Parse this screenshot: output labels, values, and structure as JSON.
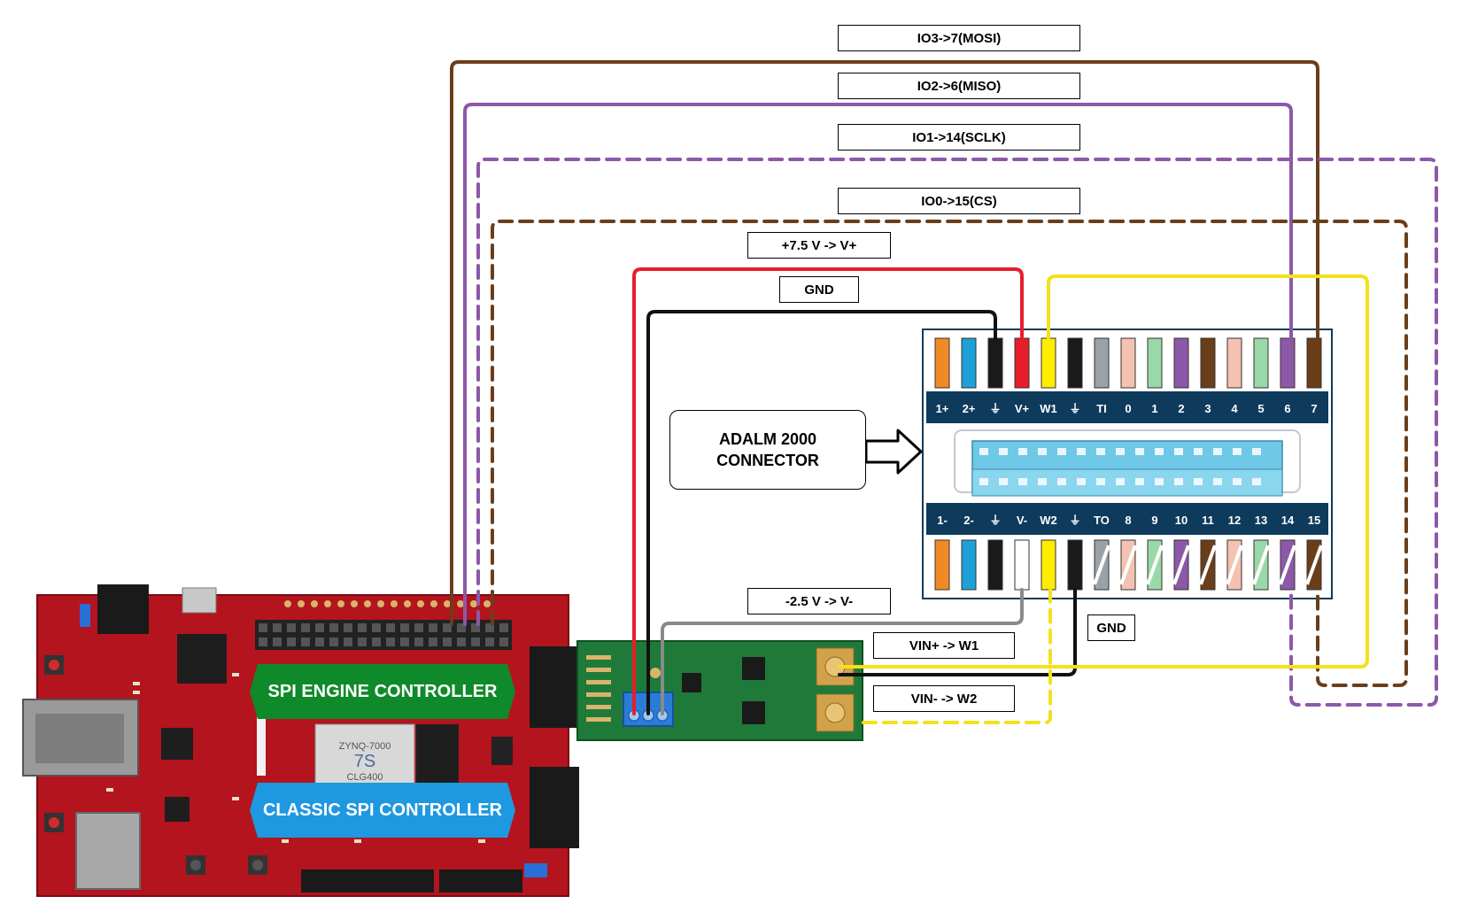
{
  "labels": {
    "io3": "IO3->7(MOSI)",
    "io2": "IO2->6(MISO)",
    "io1": "IO1->14(SCLK)",
    "io0": "IO0->15(CS)",
    "vplus": "+7.5 V -> V+",
    "gnd_top": "GND",
    "vminus": "-2.5 V -> V-",
    "gnd_right": "GND",
    "vin_plus": "VIN+ -> W1",
    "vin_minus": "VIN- -> W2"
  },
  "callout": {
    "line1": "ADALM 2000",
    "line2": "CONNECTOR"
  },
  "banners": {
    "spi_engine": "SPI ENGINE CONTROLLER",
    "classic_spi": "CLASSIC SPI CONTROLLER"
  },
  "chip": {
    "line1": "ZYNQ-7000",
    "line2": "7S",
    "line3": "CLG400"
  },
  "connector": {
    "top_pins": [
      "1+",
      "2+",
      "⏚",
      "V+",
      "W1",
      "⏚",
      "TI",
      "0",
      "1",
      "2",
      "3",
      "4",
      "5",
      "6",
      "7"
    ],
    "bottom_pins": [
      "1-",
      "2-",
      "⏚",
      "V-",
      "W2",
      "⏚",
      "TO",
      "8",
      "9",
      "10",
      "11",
      "12",
      "13",
      "14",
      "15"
    ],
    "top_wire_colors": [
      "#f08a24",
      "#1ea0d8",
      "#1a1a1a",
      "#e61e2a",
      "#ffec00",
      "#1a1a1a",
      "#9aa2a8",
      "#f4c2b0",
      "#9ad8a8",
      "#8c58a8",
      "#6b3e1a",
      "#f4c2b0",
      "#9ad8a8",
      "#8c58a8",
      "#6b3e1a"
    ],
    "bottom_wire_colors": [
      "#f08a24",
      "#1ea0d8",
      "#1a1a1a",
      "#ffffff",
      "#ffec00",
      "#1a1a1a",
      "#9aa2a8",
      "#f4c2b0",
      "#9ad8a8",
      "#8c58a8",
      "#6b3e1a",
      "#f4c2b0",
      "#9ad8a8",
      "#8c58a8",
      "#6b3e1a"
    ]
  },
  "colors": {
    "mosi_wire": "#6b3e1a",
    "miso_wire": "#8c58a8",
    "vplus_wire": "#e61e2a",
    "gnd_wire": "#111111",
    "vminus_wire": "#8a8a8a",
    "w_wire": "#f4e01c",
    "board_red": "#b3141e",
    "module_green": "#1f7a3a",
    "connector_navy": "#0e3a5c",
    "connector_cyan": "#6fc8e6",
    "banner_green": "#0f8a2a",
    "banner_blue": "#1e98e0"
  }
}
